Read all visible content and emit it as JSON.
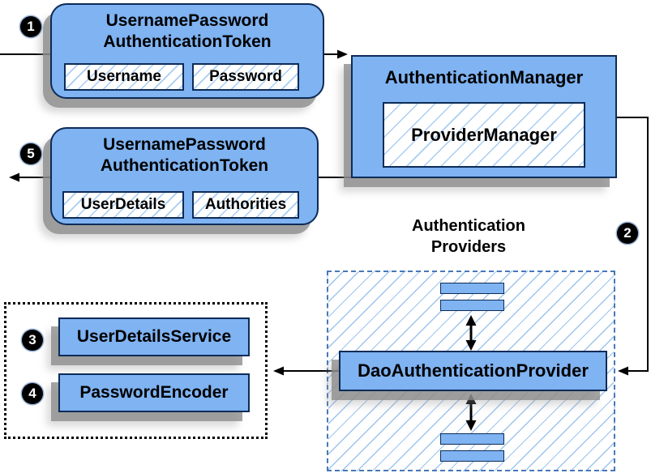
{
  "colors": {
    "node_fill": "#7fb3f2",
    "node_border": "#0d2b57",
    "hatch_line": "#a9cdf3",
    "dashed_border": "#4878b8",
    "line_color": "#000000",
    "badge_fill": "#000000",
    "badge_text": "#ffffff"
  },
  "steps": {
    "s1": "1",
    "s2": "2",
    "s3": "3",
    "s4": "4",
    "s5": "5"
  },
  "token_request": {
    "title_line1": "UsernamePassword",
    "title_line2": "AuthenticationToken",
    "fields": [
      "Username",
      "Password"
    ]
  },
  "auth_manager": {
    "title": "AuthenticationManager",
    "inner": "ProviderManager"
  },
  "token_response": {
    "title_line1": "UsernamePassword",
    "title_line2": "AuthenticationToken",
    "fields": [
      "UserDetails",
      "Authorities"
    ]
  },
  "providers": {
    "heading_line1": "Authentication",
    "heading_line2": "Providers",
    "main": "DaoAuthenticationProvider"
  },
  "services": {
    "items": [
      "UserDetailsService",
      "PasswordEncoder"
    ]
  }
}
